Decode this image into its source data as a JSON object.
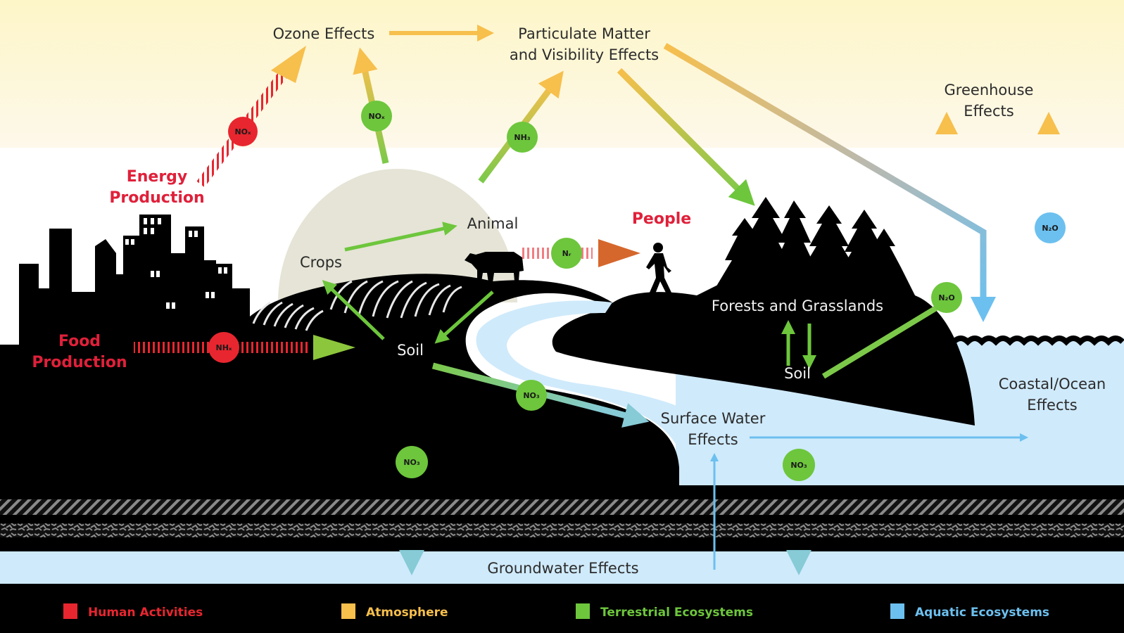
{
  "colors": {
    "human": "#e8262f",
    "atmosphere": "#f7bf4c",
    "terrestrial": "#6dc63c",
    "aquatic": "#6cc0ef",
    "sky_band": "#fdf8ea",
    "water": "#cfeafb",
    "land": "#000000"
  },
  "labels": {
    "ozone": "Ozone Effects",
    "particulate_1": "Particulate Matter",
    "particulate_2": "and Visibility Effects",
    "greenhouse_1": "Greenhouse",
    "greenhouse_2": "Effects",
    "energy_1": "Energy",
    "energy_2": "Production",
    "food_1": "Food",
    "food_2": "Production",
    "crops": "Crops",
    "animal": "Animal",
    "soil_left": "Soil",
    "people": "People",
    "forests": "Forests and Grasslands",
    "soil_right": "Soil",
    "surface_1": "Surface Water",
    "surface_2": "Effects",
    "coastal_1": "Coastal/Ocean",
    "coastal_2": "Effects",
    "groundwater": "Groundwater Effects"
  },
  "badges": {
    "energy_nox": "NOₓ",
    "crops_nox": "NOₓ",
    "animal_nh3": "NH₃",
    "food_nr": "NHₓ",
    "people_nr": "Nᵣ",
    "soil_runoff_no3": "NO₃",
    "soil_leach_no3": "NO₃",
    "forest_n2o": "N₂O",
    "ocean_n2o": "N₂O",
    "forest_leach_no3": "NO₃"
  },
  "legend": [
    {
      "label": "Human Activities",
      "color": "#e8262f"
    },
    {
      "label": "Atmosphere",
      "color": "#f7bf4c"
    },
    {
      "label": "Terrestrial Ecosystems",
      "color": "#6dc63c"
    },
    {
      "label": "Aquatic Ecosystems",
      "color": "#6cc0ef"
    }
  ]
}
